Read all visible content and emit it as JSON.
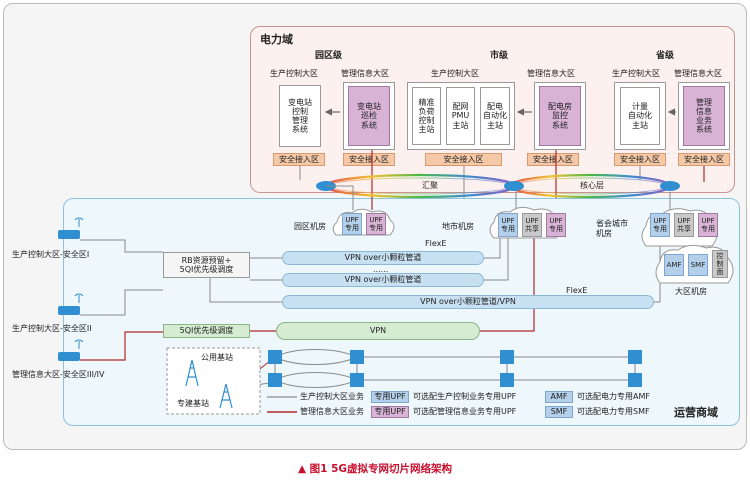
{
  "power_domain": {
    "title": "电力域",
    "park": {
      "title": "园区级",
      "prod_label": "生产控制大区",
      "mgmt_label": "管理信息大区",
      "prod_system": "变电站\n控制\n管理\n系统",
      "mgmt_system": "变电站\n巡检\n系统",
      "access_prod": "安全接入区",
      "access_mgmt": "安全接入区"
    },
    "city": {
      "title": "市级",
      "prod_label": "生产控制大区",
      "mgmt_label": "管理信息大区",
      "sys1": "精准\n负荷\n控制\n主站",
      "sys2": "配网\nPMU\n主站",
      "sys3": "配电\n自动化\n主站",
      "mgmt_system": "配电房\n监控\n系统",
      "access_prod": "安全接入区",
      "access_mgmt": "安全接入区"
    },
    "province": {
      "title": "省级",
      "prod_label": "生产控制大区",
      "mgmt_label": "管理信息大区",
      "prod_system": "计量\n自动化\n主站",
      "mgmt_system": "管理\n信息\n业务\n系统",
      "access_prod": "安全接入区",
      "access_mgmt": "安全接入区"
    }
  },
  "rings": {
    "aggregation": "汇聚",
    "core": "核心层"
  },
  "operator_domain": {
    "title": "运营商域",
    "park_room": "园区机房",
    "city_room": "地市机房",
    "province_room": "省会城市\n机房",
    "region_room": "大区机房",
    "upf_dedicated": "UPF\n专用",
    "upf_shared": "UPF\n共享",
    "amf": "AMF",
    "smf": "SMF",
    "control_plane": "控\n制\n面",
    "rb_label": "RB资源预留+\n5QI优先级调度",
    "qos_label": "5QI优先级调度",
    "flexe1": "FlexE",
    "flexe2": "FlexE",
    "pipe1": "VPN over小颗粒管道",
    "dots": "......",
    "pipe2": "VPN over小颗粒管道",
    "pipe3": "VPN over小颗粒管道/VPN",
    "pipe4": "VPN",
    "public_bs": "公用基站",
    "private_bs": "专建基站"
  },
  "terminals": {
    "t1": "生产控制大区-安全区I",
    "t2": "生产控制大区-安全区II",
    "t3": "管理信息大区-安全区III/IV"
  },
  "legend": {
    "prod_line": "生产控制大区业务",
    "mgmt_line": "管理信息大区业务",
    "upf_prod_tag": "专用UPF",
    "upf_prod_desc": "可选配生产控制业务专用UPF",
    "upf_mgmt_tag": "专用UPF",
    "upf_mgmt_desc": "可选配管理信息业务专用UPF",
    "amf_tag": "AMF",
    "amf_desc": "可选配电力专用AMF",
    "smf_tag": "SMF",
    "smf_desc": "可选配电力专用SMF"
  },
  "caption": "▲ 图1  5G虚拟专网切片网络架构",
  "colors": {
    "power_bg": "#fdf1ef",
    "power_border": "#c9928f",
    "operator_bg": "#eef7fb",
    "operator_border": "#8cc4dc",
    "access": "#f5c9a8",
    "upf_pink": "#d8b3d6",
    "upf_blue": "#b3cfe9",
    "upf_gray": "#c9c9c9",
    "pipe_blue": "#c7e0f2",
    "pipe_green": "#d6ecd2",
    "prod_line": "#8a8a8a",
    "mgmt_line": "#b02a2a",
    "caption": "#c8102e"
  }
}
